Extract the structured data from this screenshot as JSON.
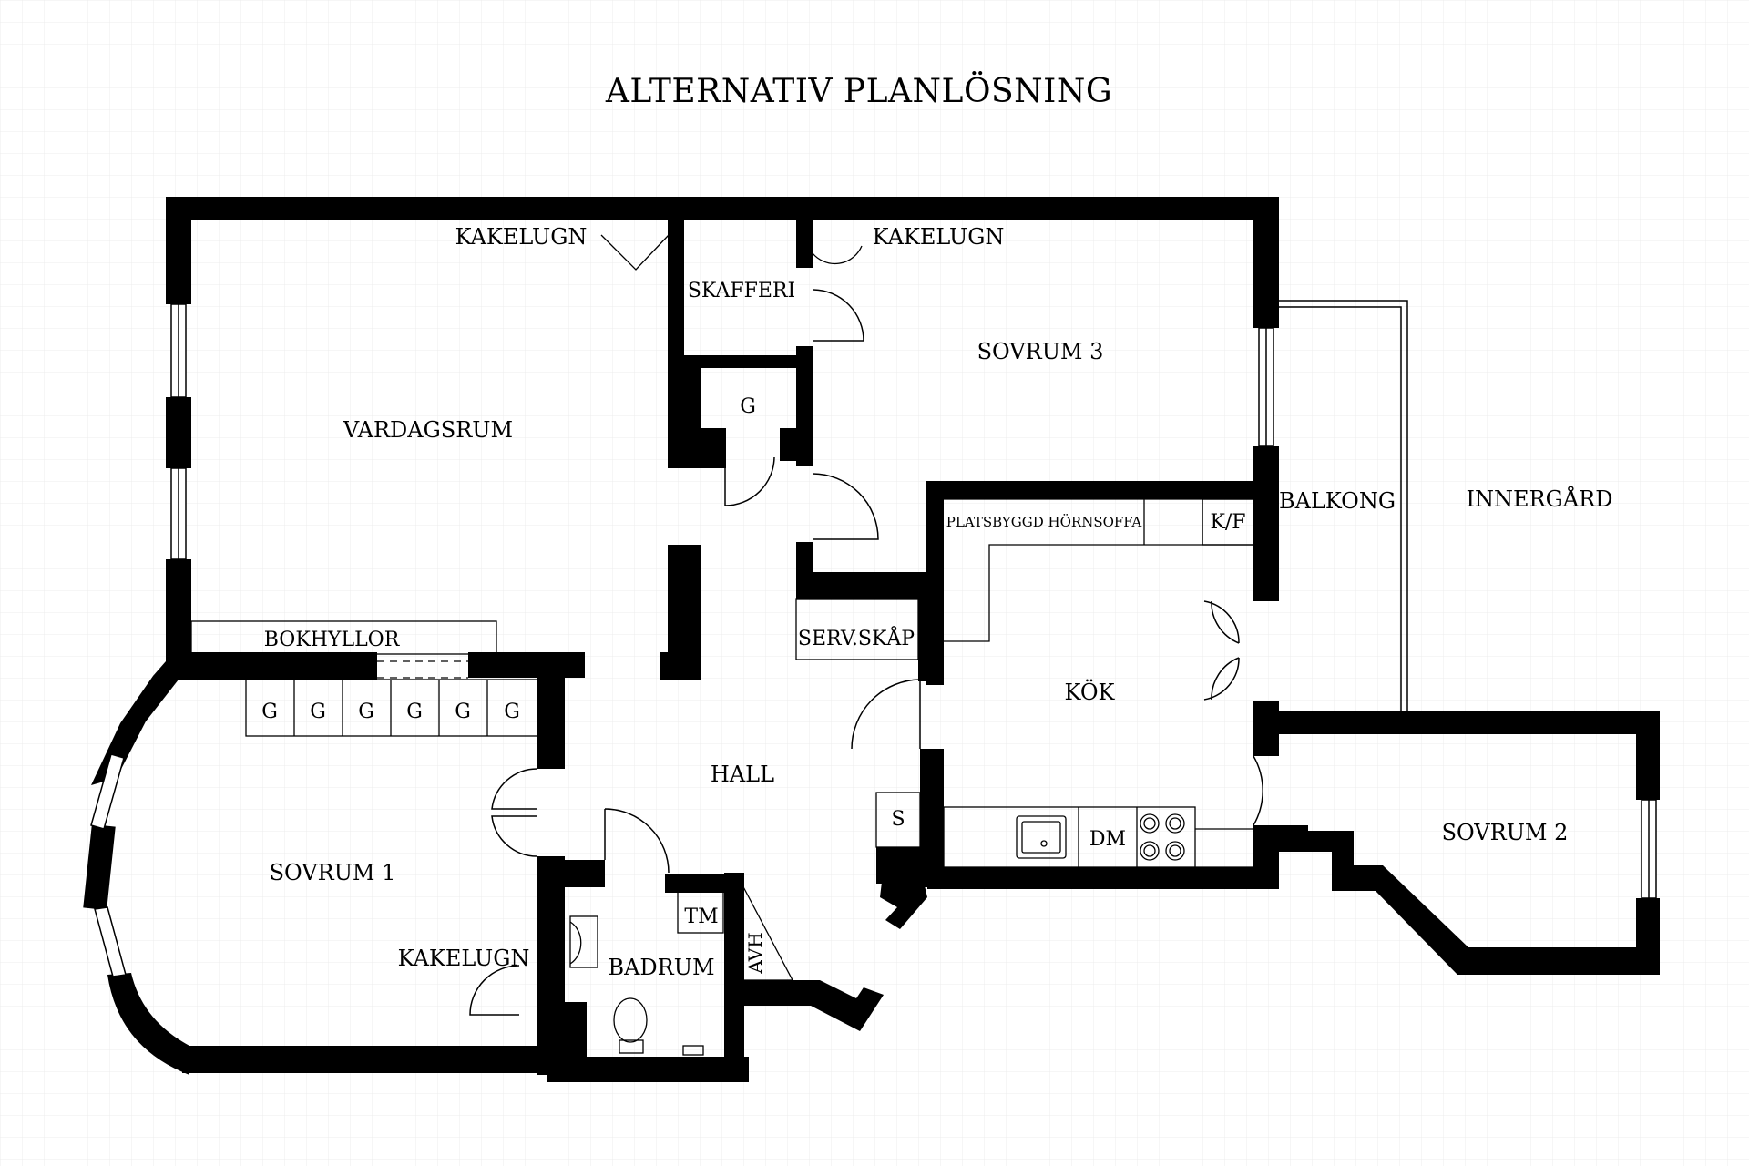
{
  "title": "ALTERNATIV PLANLÖSNING",
  "colors": {
    "wall": "#000000",
    "grid": "#ececec",
    "background": "#ffffff"
  },
  "rooms": {
    "vardagsrum": "VARDAGSRUM",
    "sovrum_1": "SOVRUM 1",
    "sovrum_2": "SOVRUM 2",
    "sovrum_3": "SOVRUM 3",
    "hall": "HALL",
    "kok": "KÖK",
    "badrum": "BADRUM",
    "skafferi": "SKAFFERI",
    "balkong": "BALKONG",
    "innergard": "INNERGÅRD"
  },
  "fixtures": {
    "kakelugn_vardagsrum": "KAKELUGN",
    "kakelugn_sovrum_3": "KAKELUGN",
    "kakelugn_sovrum_1": "KAKELUGN",
    "bokhyllor": "BOKHYLLOR",
    "platsbyggd_hornsoffa": "PLATSBYGGD HÖRNSOFFA",
    "kf": "K/F",
    "serv_skap": "SERV.SKÅP",
    "g_hall": "G",
    "wardrobes": [
      "G",
      "G",
      "G",
      "G",
      "G",
      "G"
    ],
    "s": "S",
    "dm": "DM",
    "tm": "TM",
    "avh": "AVH"
  }
}
